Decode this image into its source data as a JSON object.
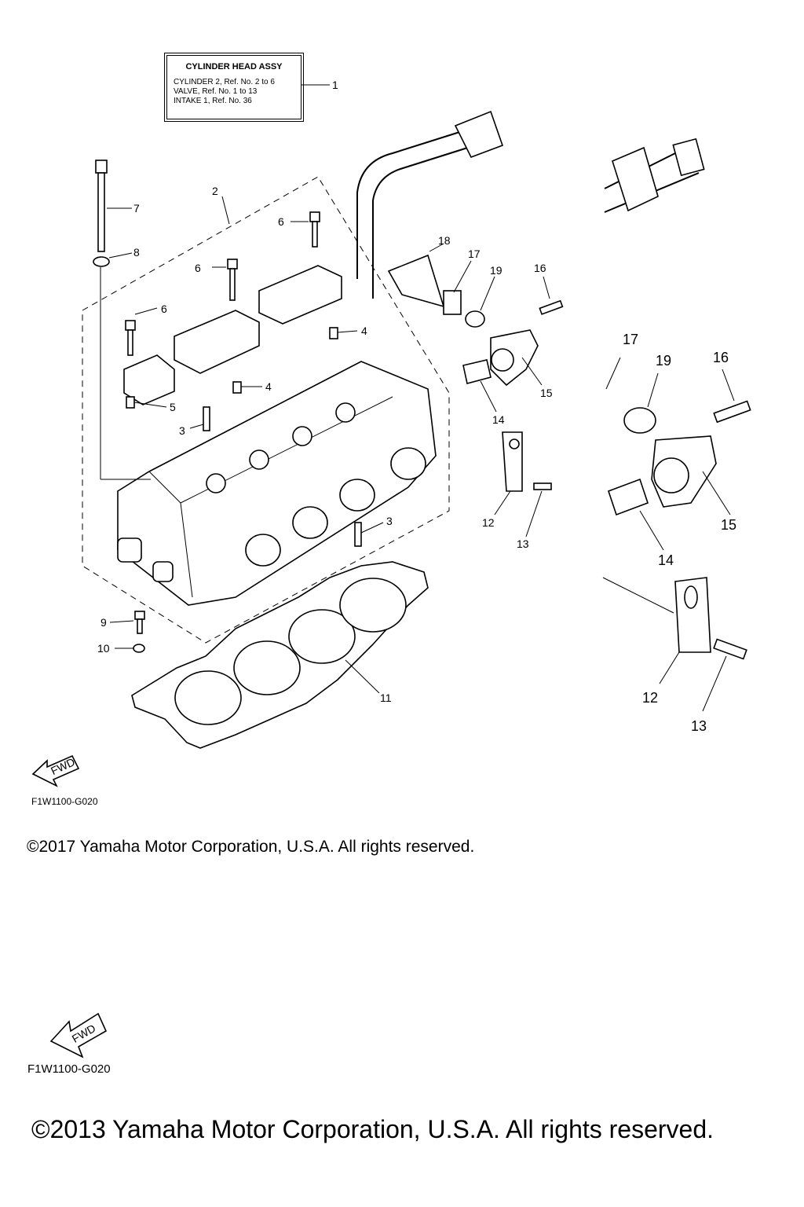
{
  "assy_box": {
    "title": "CYLINDER HEAD ASSY",
    "lines": [
      "CYLINDER 2, Ref. No. 2 to 6",
      "VALVE, Ref. No. 1 to 13",
      "INTAKE 1, Ref. No. 36"
    ],
    "callout": "1"
  },
  "callouts": [
    "2",
    "3",
    "3",
    "4",
    "4",
    "5",
    "6",
    "6",
    "6",
    "7",
    "8",
    "9",
    "10",
    "11",
    "12",
    "13",
    "14",
    "15",
    "16",
    "17",
    "18",
    "19"
  ],
  "detail_callouts": [
    "17",
    "19",
    "16",
    "15",
    "14",
    "12",
    "13"
  ],
  "fwd_label": "FWD",
  "diagram_code_small": "F1W1100-G020",
  "copyright_small": "©2017 Yamaha Motor Corporation, U.S.A. All rights reserved.",
  "diagram_code_large": "F1W1100-G020",
  "copyright_large": "©2013 Yamaha Motor Corporation, U.S.A. All rights reserved."
}
